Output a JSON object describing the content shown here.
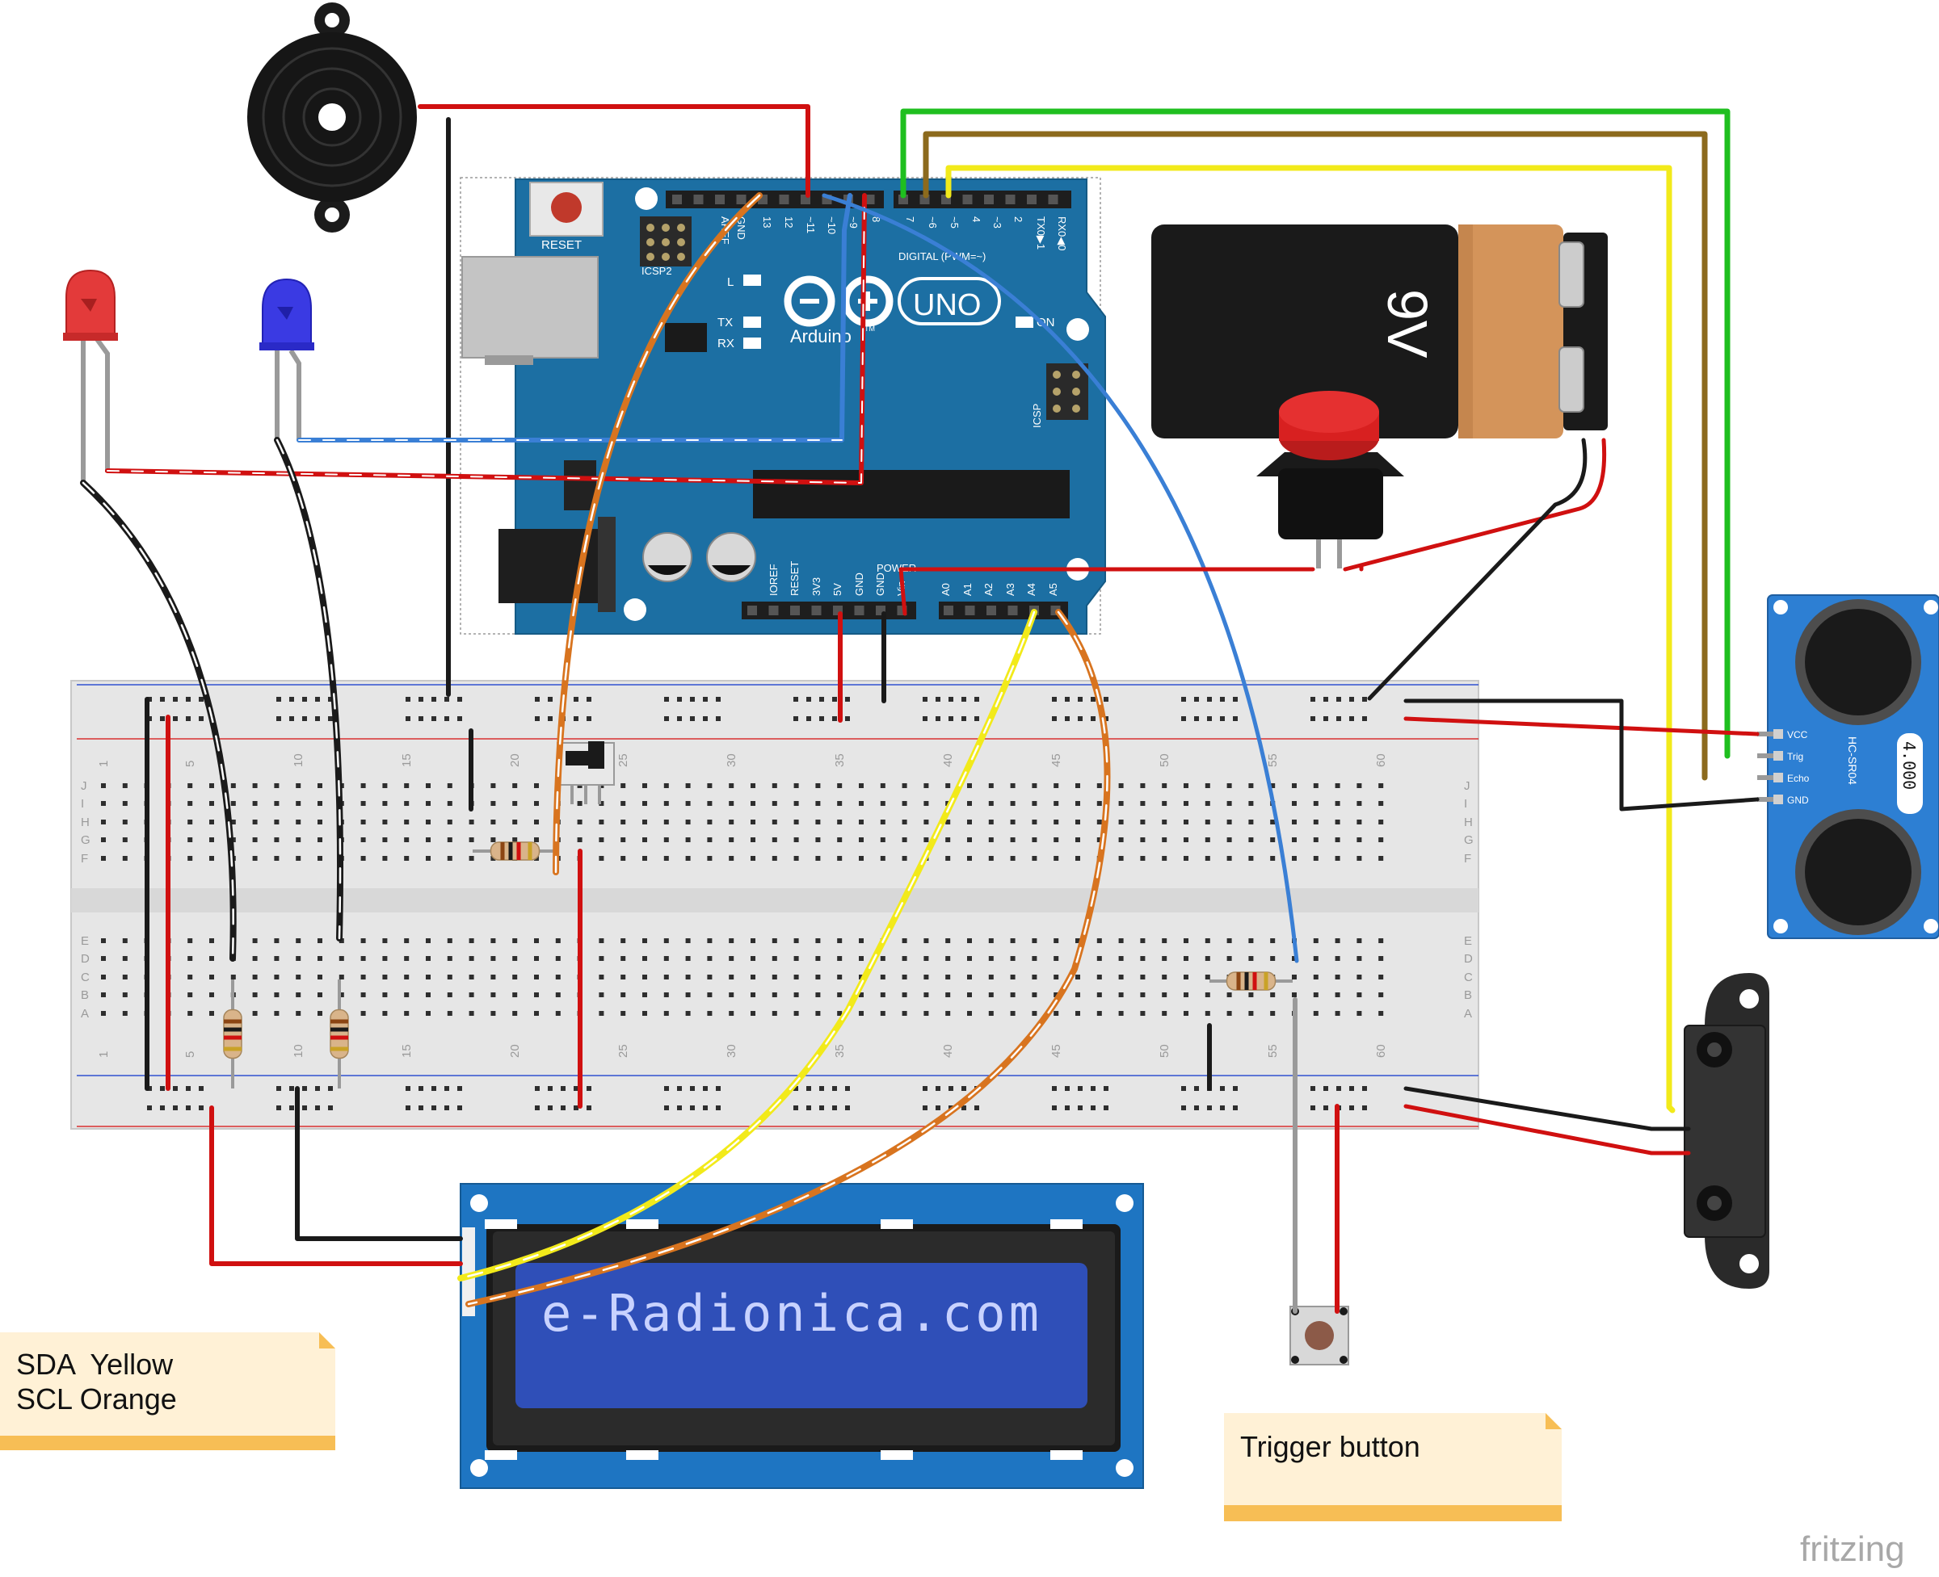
{
  "notes": {
    "i2c_line1": "SDA  Yellow",
    "i2c_line2": "SCL Orange",
    "trigger": "Trigger button"
  },
  "arduino": {
    "reset_label": "RESET",
    "icsp2_label": "ICSP2",
    "icsp_label": "ICSP",
    "l_label": "L",
    "tx_label": "TX",
    "rx_label": "RX",
    "on_label": "ON",
    "uno_label": "UNO",
    "brand": "Arduino",
    "tm": "TM",
    "digital_label": "DIGITAL (PWM=~)",
    "power_label": "POWER",
    "top_pins": [
      "AREF",
      "GND",
      "13",
      "12",
      "~11",
      "~10",
      "~9",
      "8",
      "7",
      "~6",
      "~5",
      "4",
      "~3",
      "2",
      "TX0▶1",
      "RX0◀0"
    ],
    "bottom_pins": [
      "IOREF",
      "RESET",
      "3V3",
      "5V",
      "GND",
      "GND",
      "Vin",
      "A0",
      "A1",
      "A2",
      "A3",
      "A4",
      "A5"
    ]
  },
  "battery": {
    "label": "9V"
  },
  "lcd": {
    "text": "e-Radionica.com"
  },
  "ultrasonic": {
    "model": "HC-SR04",
    "pins": [
      "VCC",
      "Trig",
      "Echo",
      "GND"
    ],
    "crystal": "4.000"
  },
  "breadboard": {
    "col_numbers": [
      "1",
      "5",
      "10",
      "15",
      "20",
      "25",
      "30",
      "35",
      "40",
      "45",
      "50",
      "55",
      "60"
    ],
    "row_letters_top": [
      "J",
      "I",
      "H",
      "G",
      "F"
    ],
    "row_letters_bottom": [
      "E",
      "D",
      "C",
      "B",
      "A"
    ]
  },
  "watermark": "fritzing",
  "colors": {
    "board_blue": "#1c6fa3",
    "wire_red": "#d01010",
    "wire_black": "#1a1a1a",
    "wire_blue": "#3a7fd5",
    "wire_green": "#1fbf1f",
    "wire_brown": "#8c6a1d",
    "wire_yellow": "#f2ea1a",
    "wire_orange": "#d8741f",
    "note_fill": "#fff1d6",
    "note_bar": "#f7be55",
    "lcd_screen": "#2f4fb8",
    "sensor_blue": "#2d7fd3"
  }
}
